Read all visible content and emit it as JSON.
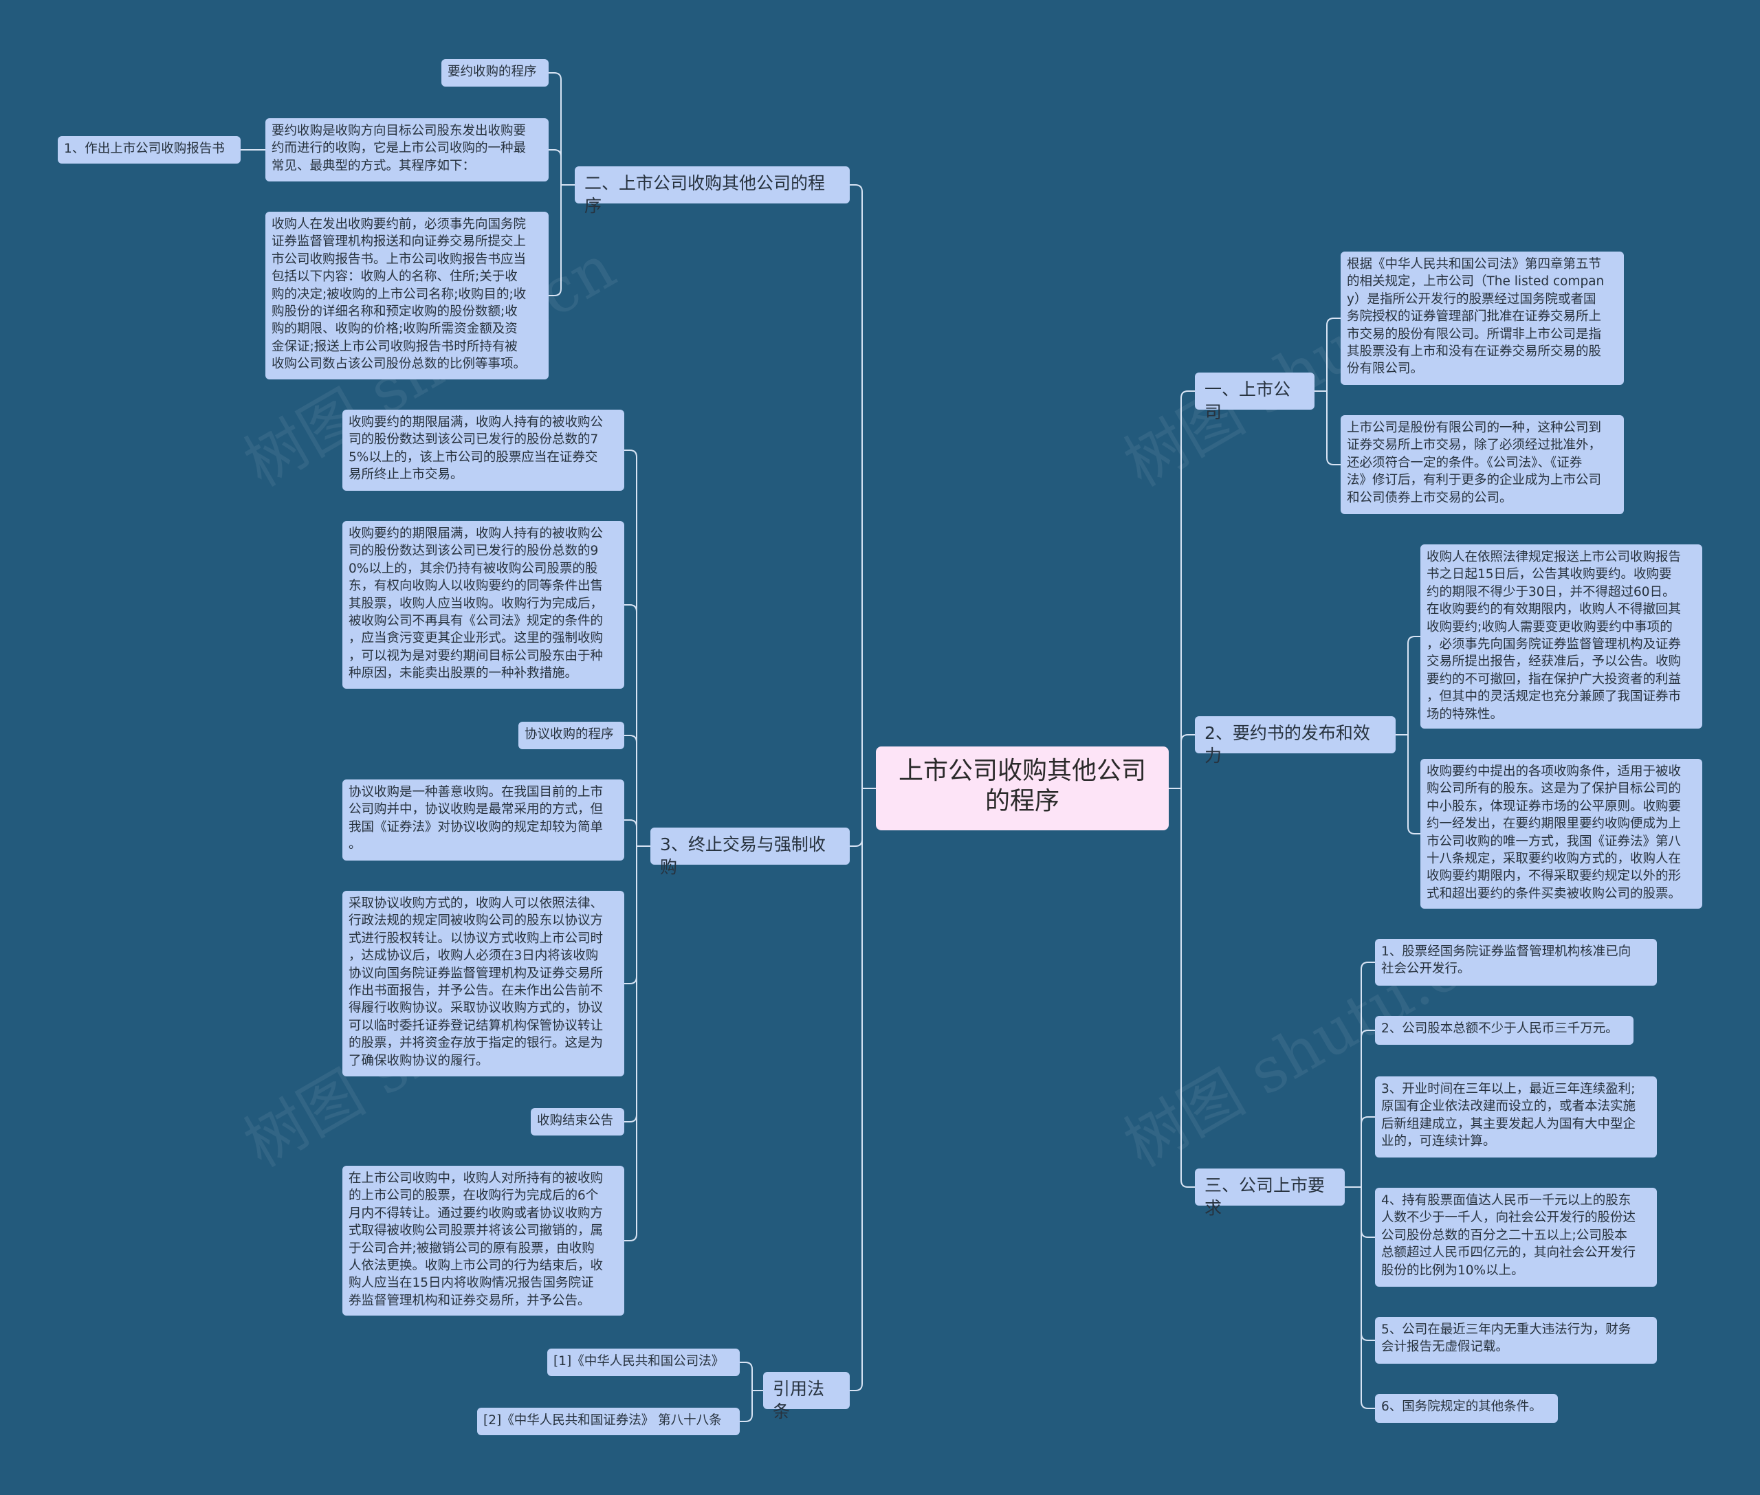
{
  "root": {
    "text": "上市公司收购其他公司的程序"
  },
  "branches": {
    "b1": "二、上市公司收购其他公司的程序",
    "b2": "3、终止交易与强制收购",
    "b3": "引用法条",
    "b4": "一、上市公司",
    "b5": "2、要约书的发布和效力",
    "b6": "三、公司上市要求"
  },
  "leaves": {
    "l1": "要约收购的程序",
    "l2": "要约收购是收购方向目标公司股东发出收购要\n约而进行的收购，它是上市公司收购的一种最\n常见、最典型的方式。其程序如下：",
    "l2a": "1、作出上市公司收购报告书",
    "l3": "收购人在发出收购要约前，必须事先向国务院\n证券监督管理机构报送和向证券交易所提交上\n市公司收购报告书。上市公司收购报告书应当\n包括以下内容：收购人的名称、住所;关于收\n购的决定;被收购的上市公司名称;收购目的;收\n购股份的详细名称和预定收购的股份数额;收\n购的期限、收购的价格;收购所需资金额及资\n金保证;报送上市公司收购报告书时所持有被\n收购公司数占该公司股份总数的比例等事项。",
    "l4": "收购要约的期限届满，收购人持有的被收购公\n司的股份数达到该公司已发行的股份总数的7\n5%以上的，该上市公司的股票应当在证券交\n易所终止上市交易。",
    "l5": "收购要约的期限届满，收购人持有的被收购公\n司的股份数达到该公司已发行的股份总数的9\n0%以上的，其余仍持有被收购公司股票的股\n东，有权向收购人以收购要约的同等条件出售\n其股票，收购人应当收购。收购行为完成后，\n被收购公司不再具有《公司法》规定的条件的\n，应当贪污变更其企业形式。这里的强制收购\n，可以视为是对要约期间目标公司股东由于种\n种原因，未能卖出股票的一种补救措施。",
    "l6": "协议收购的程序",
    "l7": "协议收购是一种善意收购。在我国目前的上市\n公司购并中，协议收购是最常采用的方式，但\n我国《证券法》对协议收购的规定却较为简单\n。",
    "l8": "采取协议收购方式的，收购人可以依照法律、\n行政法规的规定同被收购公司的股东以协议方\n式进行股权转让。以协议方式收购上市公司时\n，达成协议后，收购人必须在3日内将该收购\n协议向国务院证券监督管理机构及证券交易所\n作出书面报告，并予公告。在未作出公告前不\n得履行收购协议。采取协议收购方式的，协议\n可以临时委托证券登记结算机构保管协议转让\n的股票，并将资金存放于指定的银行。这是为\n了确保收购协议的履行。",
    "l9": "收购结束公告",
    "l10": "在上市公司收购中，收购人对所持有的被收购\n的上市公司的股票，在收购行为完成后的6个\n月内不得转让。通过要约收购或者协议收购方\n式取得被收购公司股票并将该公司撤销的，属\n于公司合并;被撤销公司的原有股票，由收购\n人依法更换。收购上市公司的行为结束后，收\n购人应当在15日内将收购情况报告国务院证\n券监督管理机构和证券交易所，并予公告。",
    "l11": "[1]《中华人民共和国公司法》",
    "l12": "[2]《中华人民共和国证券法》 第八十八条",
    "r1": "根据《中华人民共和国公司法》第四章第五节\n的相关规定，上市公司（The listed compan\ny）是指所公开发行的股票经过国务院或者国\n务院授权的证券管理部门批准在证券交易所上\n市交易的股份有限公司。所谓非上市公司是指\n其股票没有上市和没有在证券交易所交易的股\n份有限公司。",
    "r2": "上市公司是股份有限公司的一种，这种公司到\n证券交易所上市交易，除了必须经过批准外，\n还必须符合一定的条件。《公司法》、《证券\n法》修订后，有利于更多的企业成为上市公司\n和公司债券上市交易的公司。",
    "r3": "收购人在依照法律规定报送上市公司收购报告\n书之日起15日后，公告其收购要约。收购要\n约的期限不得少于30日，并不得超过60日。\n在收购要约的有效期限内，收购人不得撤回其\n收购要约;收购人需要变更收购要约中事项的\n，必须事先向国务院证券监督管理机构及证券\n交易所提出报告，经获准后，予以公告。收购\n要约的不可撤回，指在保护广大投资者的利益\n，但其中的灵活规定也充分兼顾了我国证券市\n场的特殊性。",
    "r4": "收购要约中提出的各项收购条件，适用于被收\n购公司所有的股东。这是为了保护目标公司的\n中小股东，体现证券市场的公平原则。收购要\n约一经发出，在要约期限里要约收购便成为上\n市公司收购的唯一方式，我国《证券法》第八\n十八条规定，采取要约收购方式的，收购人在\n收购要约期限内，不得采取要约规定以外的形\n式和超出要约的条件买卖被收购公司的股票。",
    "r5": "1、股票经国务院证券监督管理机构核准已向\n社会公开发行。",
    "r6": "2、公司股本总额不少于人民币三千万元。",
    "r7": "3、开业时间在三年以上，最近三年连续盈利;\n原国有企业依法改建而设立的，或者本法实施\n后新组建成立，其主要发起人为国有大中型企\n业的，可连续计算。",
    "r8": "4、持有股票面值达人民币一千元以上的股东\n人数不少于一千人，向社会公开发行的股份达\n公司股份总数的百分之二十五以上;公司股本\n总额超过人民币四亿元的，其向社会公开发行\n股份的比例为10%以上。",
    "r9": "5、公司在最近三年内无重大违法行为，财务\n会计报告无虚假记载。",
    "r10": "6、国务院规定的其他条件。"
  },
  "watermark": "树图 shutu.cn",
  "colors": {
    "background": "#235a7c",
    "node": "#bcd0f6",
    "root": "#fde4f7",
    "line": "#d8e4f4"
  }
}
